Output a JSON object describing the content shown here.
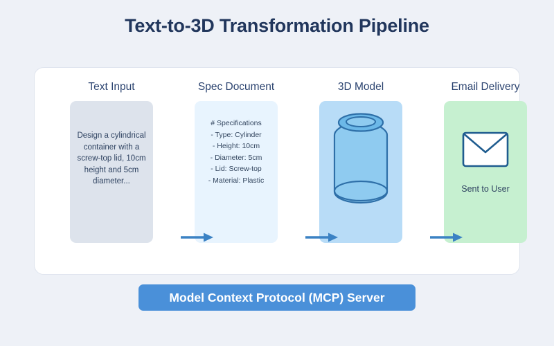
{
  "page": {
    "title": "Text-to-3D Transformation Pipeline",
    "background_color": "#eef1f7",
    "title_color": "#21365c"
  },
  "pipeline": {
    "stages": [
      {
        "label": "Text Input",
        "box_color": "#dde3ec",
        "prompt": "Design a cylindrical container with a screw-top lid, 10cm height and 5cm diameter..."
      },
      {
        "label": "Spec Document",
        "box_color": "#e8f4fe",
        "spec_lines": [
          "# Specifications",
          "- Type: Cylinder",
          "- Height: 10cm",
          "- Diameter: 5cm",
          "- Lid: Screw-top",
          "- Material: Plastic"
        ]
      },
      {
        "label": "3D Model",
        "box_color": "#b8dcf7",
        "model_icon": "cylinder-with-screw-top-lid",
        "model_fill": "#8fcbf0",
        "model_stroke": "#2e6fa8"
      },
      {
        "label": "Email Delivery",
        "box_color": "#c6f0d0",
        "icon": "envelope-icon",
        "caption": "Sent to User"
      }
    ],
    "arrows": {
      "count": 3,
      "color": "#3b82c4"
    }
  },
  "footer": {
    "label": "Model Context Protocol (MCP) Server",
    "bar_color": "#4a90d9",
    "text_color": "#ffffff"
  }
}
